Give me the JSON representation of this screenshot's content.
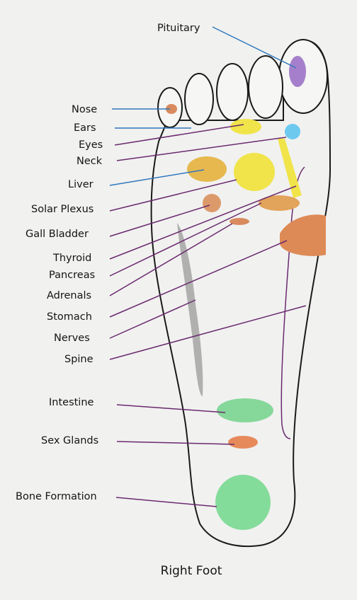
{
  "labels": {
    "pituitary": "Pituitary",
    "nose": "Nose",
    "ears": "Ears",
    "eyes": "Eyes",
    "neck": "Neck",
    "liver": "Liver",
    "solar_plexus": "Solar Plexus",
    "gall_bladder": "Gall Bladder",
    "thyroid": "Thyroid",
    "pancreas": "Pancreas",
    "adrenals": "Adrenals",
    "stomach": "Stomach",
    "nerves": "Nerves",
    "spine": "Spine",
    "intestine": "Intestine",
    "sex_glands": "Sex Glands",
    "bone_formation": "Bone Formation"
  },
  "caption": "Right Foot",
  "colors": {
    "pituitary": "#a67fcc",
    "nose": "#d98a5e",
    "yellow": "#f0e44a",
    "eyes": "#6ec9ef",
    "liver": "#e6b84e",
    "orange": "#e2a35a",
    "solar_plexus": "#dc9a6a",
    "stomach": "#de8a56",
    "intestine": "#86d79a",
    "sex_glands": "#e68a5b",
    "bone_formation": "#84dc9a",
    "spine": "#9a9a9a",
    "leader_blue": "#2f79bd",
    "leader_purple": "#6a2a6e"
  }
}
